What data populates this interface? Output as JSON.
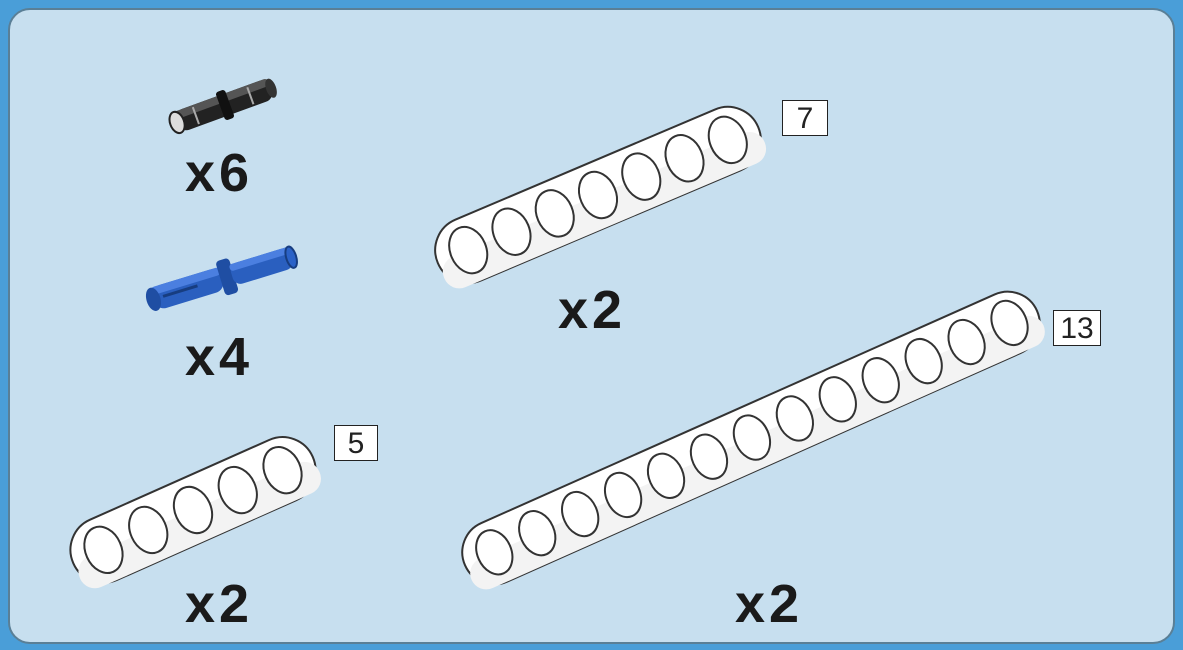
{
  "parts": {
    "black_pin": {
      "icon": "black-friction-pin-icon",
      "quantity": "x6"
    },
    "blue_pin": {
      "icon": "blue-axle-pin-icon",
      "quantity": "x4",
      "color": "#2a5fbf"
    },
    "beam_7": {
      "icon": "beam-7-icon",
      "length": "7",
      "holes": 7,
      "quantity": "x2"
    },
    "beam_13": {
      "icon": "beam-13-icon",
      "length": "13",
      "holes": 13,
      "quantity": "x2"
    },
    "beam_5": {
      "icon": "beam-5-icon",
      "length": "5",
      "holes": 5,
      "quantity": "x2"
    }
  },
  "colors": {
    "background": "#4a9ed8",
    "panel": "#c7dfef",
    "beam": "#ffffff"
  }
}
